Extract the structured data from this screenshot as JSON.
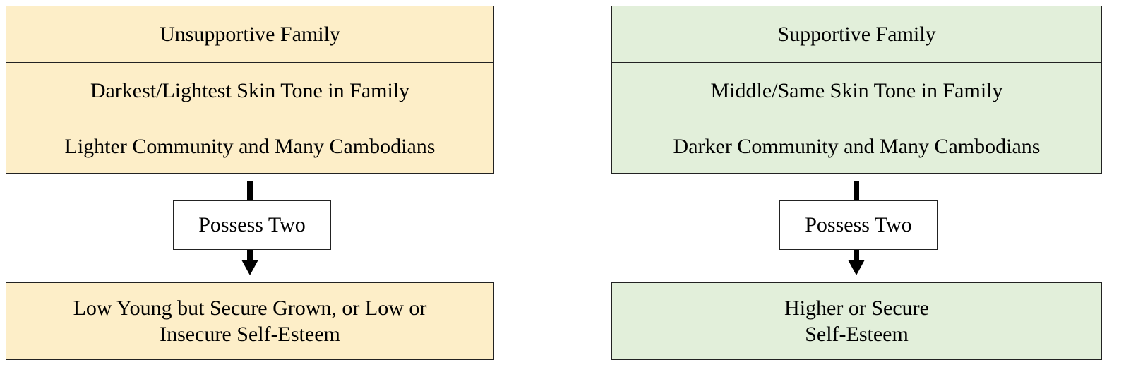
{
  "left": {
    "rows": [
      "Unsupportive Family",
      "Darkest/Lightest Skin Tone in Family",
      "Lighter Community and Many Cambodians"
    ],
    "middle": "Possess Two",
    "outcome_lines": [
      "Low Young but Secure Grown, or Low or",
      "Insecure Self-Esteem"
    ],
    "fill": "#fdeec8"
  },
  "right": {
    "rows": [
      "Supportive Family",
      "Middle/Same Skin Tone in Family",
      "Darker Community and Many Cambodians"
    ],
    "middle": "Possess Two",
    "outcome_lines": [
      "Higher or Secure",
      "Self-Esteem"
    ],
    "fill": "#e2efda"
  }
}
